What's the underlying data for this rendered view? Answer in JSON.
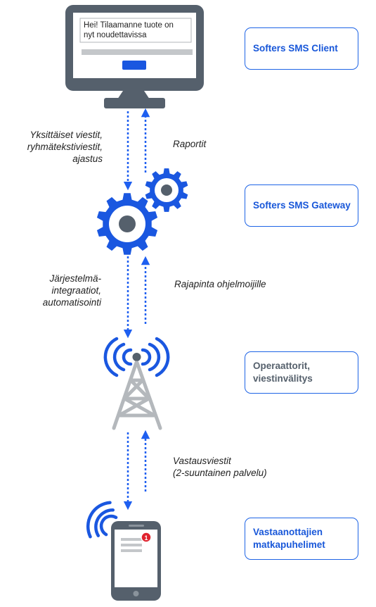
{
  "monitor": {
    "message": "Hei! Tilaamanne tuote on\nnyt noudettavissa"
  },
  "phone": {
    "badge_count": "1"
  },
  "callouts": {
    "client": "Softers SMS Client",
    "gateway": "Softers SMS Gateway",
    "operators": "Operaattorit,\nviestinvälitys",
    "recipients": "Vastaanottajien\nmatkapuhelimet"
  },
  "labels": {
    "down_1": "Yksittäiset viestit,\nryhmätekstiviestit,\najastus",
    "up_1": "Raportit",
    "down_2": "Järjestelmä-\nintegraatiot,\nautomatisointi",
    "up_2": "Rajapinta ohjelmoijille",
    "up_3": "Vastausviestit\n(2-suuntainen palvelu)"
  },
  "colors": {
    "accent_blue": "#1a57e0",
    "arrow_blue": "#1e5ff0",
    "dark_grey": "#55606c",
    "light_grey": "#b4b8bc",
    "badge_red": "#e0232e"
  },
  "icons": {
    "client": "monitor-icon",
    "gateway": "gears-icon",
    "operators": "cell-tower-icon",
    "recipients": "smartphone-icon"
  }
}
